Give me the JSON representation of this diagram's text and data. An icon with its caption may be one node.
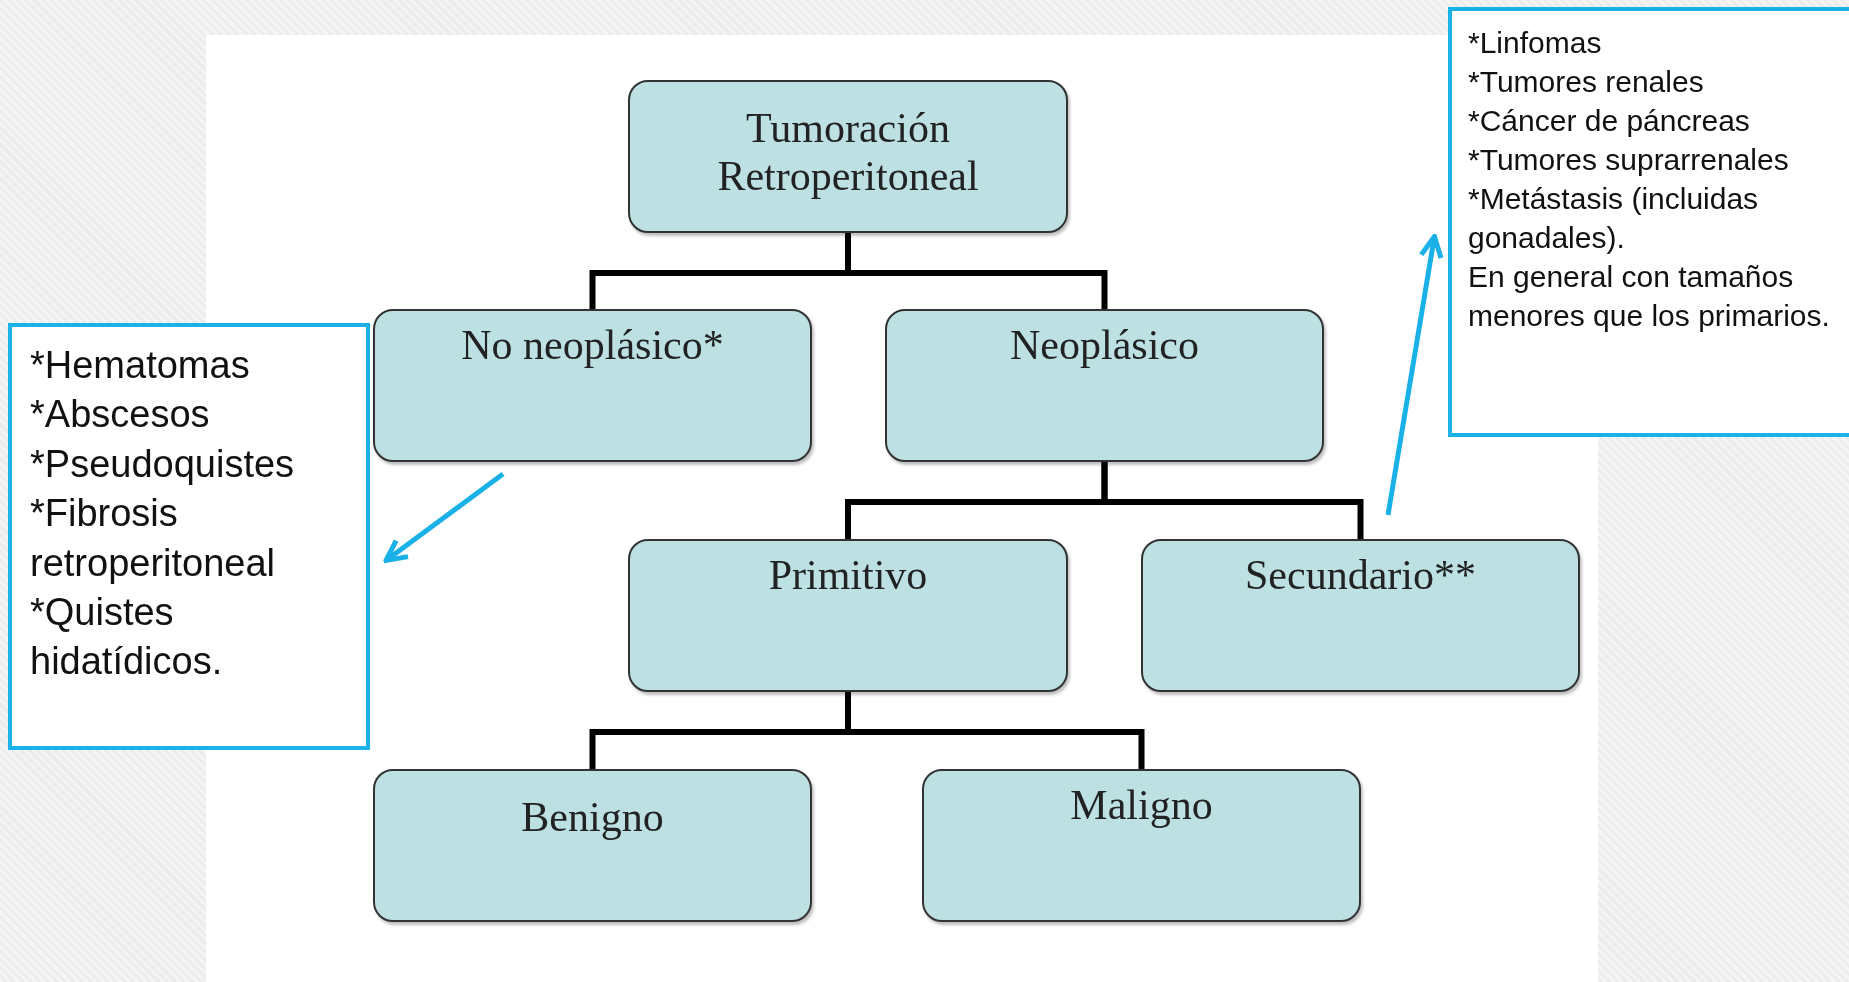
{
  "diagram": {
    "nodes": [
      {
        "text": [
          "Tumoración Retroperitoneal"
        ]
      },
      {
        "text": [
          "No neoplásico*"
        ]
      },
      {
        "text": [
          "Neoplásico"
        ]
      },
      {
        "text": [
          "Primitivo"
        ]
      },
      {
        "text": [
          "Secundario**"
        ]
      },
      {
        "text": [
          "Benigno"
        ]
      },
      {
        "text": [
          "Maligno"
        ]
      },
      {
        "text": [
          "*Hematomas",
          "*Abscesos",
          "*Pseudoquistes",
          "*Fibrosis retroperitoneal",
          "*Quistes hidatídicos."
        ]
      },
      {
        "text": [
          "*Linfomas",
          "*Tumores renales",
          "*Cáncer de páncreas",
          "*Tumores suprarrenales",
          "*Metástasis (incluidas gonadales).",
          "En general con tamaños menores que los primarios."
        ]
      }
    ],
    "edges": [
      {
        "from": 0,
        "to": 1,
        "arrow": "none"
      },
      {
        "from": 0,
        "to": 2,
        "arrow": "none"
      },
      {
        "from": 2,
        "to": 3,
        "arrow": "none"
      },
      {
        "from": 2,
        "to": 4,
        "arrow": "none"
      },
      {
        "from": 3,
        "to": 5,
        "arrow": "none"
      },
      {
        "from": 3,
        "to": 6,
        "arrow": "none"
      },
      {
        "from": 1,
        "to": 7,
        "arrow": "to",
        "color": "#1ab0e8"
      },
      {
        "from": 4,
        "to": 8,
        "arrow": "to",
        "color": "#1ab0e8"
      }
    ]
  }
}
